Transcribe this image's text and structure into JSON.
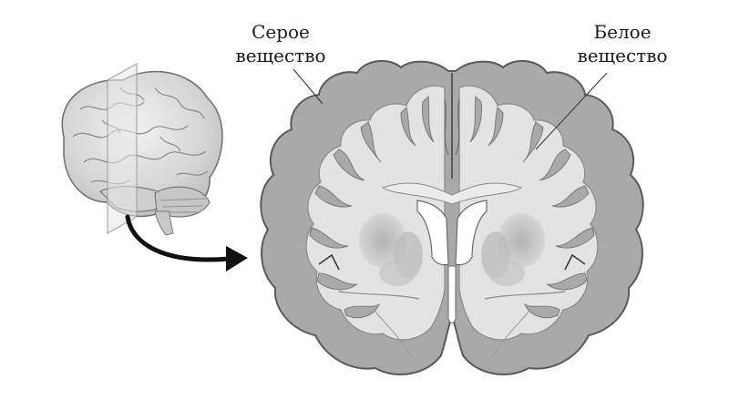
{
  "labels": {
    "gray_matter_line1": "Серое",
    "gray_matter_line2": "вещество",
    "white_matter_line1": "Белое",
    "white_matter_line2": "вещество"
  },
  "colors": {
    "gray_matter": "#a9a9a9",
    "white_matter": "#e3e3e3",
    "outline": "#555555",
    "ventricle": "#ffffff",
    "arrow": "#111111"
  },
  "icons": {
    "brain_side_view": "brain-lateral-view-icon",
    "coronal_section": "brain-coronal-section-icon",
    "arrow": "curved-arrow-icon"
  }
}
